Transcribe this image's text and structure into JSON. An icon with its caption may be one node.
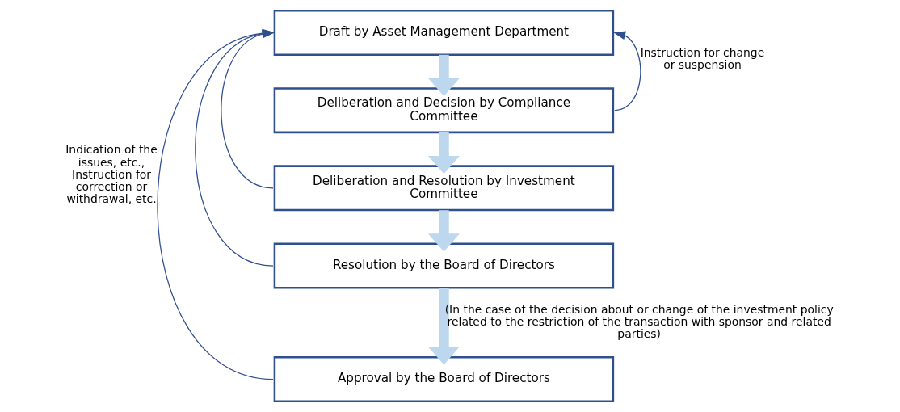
{
  "diagram": {
    "nodes": [
      {
        "text": [
          "Draft by Asset Management Department"
        ]
      },
      {
        "text": [
          "Deliberation and Decision by Compliance Committee"
        ]
      },
      {
        "text": [
          "Deliberation and Resolution by Investment Committee"
        ]
      },
      {
        "text": [
          "Resolution by the Board of Directors"
        ]
      },
      {
        "text": [
          "Approval by the Board of Directors"
        ]
      }
    ],
    "edges": [
      {
        "from": 0,
        "to": 1,
        "arrow": "to",
        "style": "thick",
        "color": "#bdd7ee"
      },
      {
        "from": 1,
        "to": 2,
        "arrow": "to",
        "style": "thick",
        "color": "#bdd7ee"
      },
      {
        "from": 2,
        "to": 3,
        "arrow": "to",
        "style": "thick",
        "color": "#bdd7ee"
      },
      {
        "from": 3,
        "to": 4,
        "arrow": "to",
        "style": "thick",
        "color": "#bdd7ee",
        "label": "(In the case of the decision about or change of the investment policy related to the restriction of the transaction with sponsor and related parties)"
      },
      {
        "from": 1,
        "to": 0,
        "arrow": "to",
        "color": "#2f4f8f",
        "label": "Instruction for change or suspension"
      },
      {
        "from": 2,
        "to": 0,
        "arrow": "to",
        "color": "#2f4f8f"
      },
      {
        "from": 3,
        "to": 0,
        "arrow": "to",
        "color": "#2f4f8f"
      },
      {
        "from": 4,
        "to": 0,
        "arrow": "to",
        "color": "#2f4f8f",
        "label": "Indication of the issues, etc., Instruction for correction or withdrawal, etc."
      }
    ]
  }
}
